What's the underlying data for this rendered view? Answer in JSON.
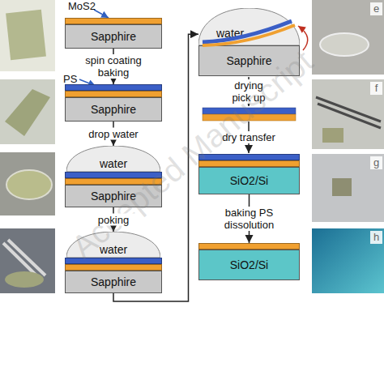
{
  "diagram": {
    "nodes": [
      {
        "text": [
          "Sapphire"
        ]
      },
      {
        "text": [
          "Sapphire"
        ]
      },
      {
        "text": [
          "water"
        ]
      },
      {
        "text": [
          "Sapphire"
        ]
      },
      {
        "text": [
          "water"
        ]
      },
      {
        "text": [
          "Sapphire"
        ]
      },
      {
        "text": [
          "water"
        ]
      },
      {
        "text": [
          "Sapphire"
        ]
      },
      {
        "text": [
          "SiO2/Si"
        ]
      },
      {
        "text": [
          "SiO2/Si"
        ]
      }
    ],
    "edges": [
      {
        "from": 0,
        "to": 1,
        "label": "spin coating baking",
        "arrow": "to"
      },
      {
        "from": 1,
        "to": 2,
        "label": "drop water",
        "arrow": "to"
      },
      {
        "from": 3,
        "to": 4,
        "label": "poking",
        "arrow": "to"
      },
      {
        "from": 5,
        "to": 6,
        "arrow": "to"
      },
      {
        "from": 8,
        "to": 9,
        "label": "baking PS dissolution",
        "arrow": "to"
      }
    ],
    "labels": [
      "MoS2",
      "PS",
      "drying pick up",
      "dry transfer",
      "e",
      "f",
      "g",
      "h",
      "Accepted Manuscript"
    ]
  }
}
